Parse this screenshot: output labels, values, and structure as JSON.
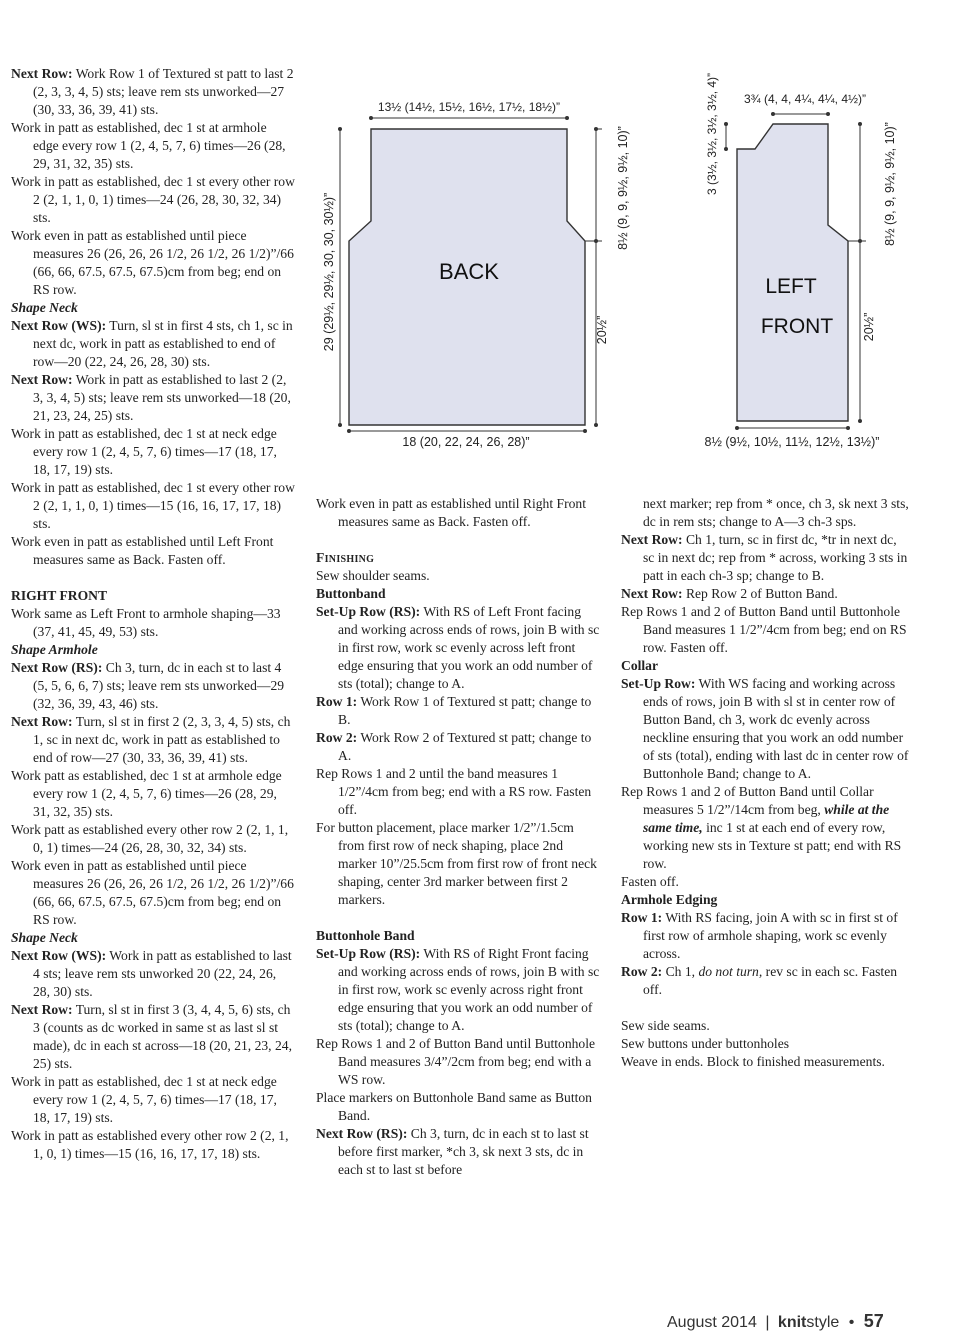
{
  "col1": [
    {
      "label": "Next Row:",
      "text": "Work Row 1 of Textured st patt to last 2 (2, 3, 3, 4, 5) sts; leave rem sts unworked—27 (30, 33, 36, 39, 41) sts."
    },
    {
      "label": "",
      "text": "Work in patt as established, dec 1 st at armhole edge every row 1 (2, 4, 5, 7, 6) times—26 (28, 29, 31, 32, 35) sts."
    },
    {
      "label": "",
      "text": "Work in patt as established, dec 1 st every other row 2 (2, 1, 1, 0, 1) times—24 (26, 28, 30, 32, 34) sts."
    },
    {
      "label": "",
      "text": "Work even in patt as established until piece measures 26 (26, 26, 26 1/2, 26 1/2, 26 1/2)”/66 (66, 66, 67.5, 67.5, 67.5)cm from beg; end on RS row."
    },
    {
      "heading": "Shape Neck"
    },
    {
      "label": "Next Row (WS):",
      "text": "Turn, sl st in first 4 sts, ch 1, sc in next dc, work in patt as established to end of row—20 (22, 24, 26, 28, 30) sts."
    },
    {
      "label": "Next Row:",
      "text": "Work in patt as established to last 2 (2, 3, 3, 4, 5) sts; leave rem sts unworked—18 (20, 21, 23, 24, 25) sts."
    },
    {
      "label": "",
      "text": "Work in patt as established, dec 1 st at neck edge every row 1 (2, 4, 5, 7, 6) times—17 (18, 17, 18, 17, 19) sts."
    },
    {
      "label": "",
      "text": "Work in patt as established, dec 1 st every other row 2 (2, 1, 1, 0, 1) times—15 (16, 16, 17, 17, 18) sts."
    },
    {
      "label": "",
      "text": "Work even in patt as established until Left Front measures same as Back. Fasten off."
    },
    {
      "gap": true
    },
    {
      "section": "RIGHT FRONT"
    },
    {
      "label": "",
      "text": "Work same as Left Front to armhole shaping—33 (37, 41, 45, 49, 53) sts."
    },
    {
      "heading": "Shape Armhole"
    },
    {
      "label": "Next Row (RS):",
      "text": "Ch 3, turn, dc in each st to last 4 (5, 5, 6, 6, 7) sts; leave rem sts unworked—29 (32, 36, 39, 43, 46) sts."
    },
    {
      "label": "Next Row:",
      "text": "Turn, sl st in first 2 (2, 3, 3, 4, 5) sts, ch 1, sc in next dc, work in patt as established to end of row—27 (30, 33, 36, 39, 41) sts."
    },
    {
      "label": "",
      "text": "Work patt as established, dec 1 st at armhole edge every row 1 (2, 4, 5, 7, 6) times—26 (28, 29, 31, 32, 35) sts."
    },
    {
      "label": "",
      "text": "Work patt as established every other row 2 (2, 1, 1, 0, 1) times—24 (26, 28, 30, 32, 34) sts."
    },
    {
      "label": "",
      "text": "Work even in patt as established until piece measures 26 (26, 26, 26 1/2, 26 1/2, 26 1/2)”/66 (66, 66, 67.5, 67.5, 67.5)cm from beg; end on RS row."
    },
    {
      "heading": "Shape Neck"
    },
    {
      "label": "Next Row (WS):",
      "text": "Work in patt as established to last 4 sts; leave rem sts unworked 20 (22, 24, 26, 28, 30) sts."
    },
    {
      "label": "Next Row:",
      "text": "Turn, sl st in first 3 (3, 4, 4, 5, 6) sts, ch 3 (counts as dc worked in same st as last sl st made), dc in each st across—18 (20, 21, 23, 24, 25) sts."
    },
    {
      "label": "",
      "text": "Work in patt as established, dec 1 st at neck edge every row 1 (2, 4, 5, 7, 6) times—17 (18, 17, 18, 17, 19) sts."
    },
    {
      "label": "",
      "text": "Work in patt as established every other row 2 (2, 1, 1, 0, 1) times—15 (16, 16, 17, 17, 18) sts."
    }
  ],
  "col2": [
    {
      "label": "",
      "text": "Work even in patt as established until Right Front measures same as Back. Fasten off."
    },
    {
      "gap": true
    },
    {
      "section_sc": "Finishing"
    },
    {
      "label": "",
      "text": "Sew shoulder seams."
    },
    {
      "section": "Buttonband"
    },
    {
      "label": "Set-Up Row (RS):",
      "text": "With RS of Left Front facing and working across ends of rows, join B with sc in first row, work sc evenly across left front edge ensuring that you work an odd number of sts (total); change to A."
    },
    {
      "label": "Row 1:",
      "text": "Work Row 1 of Textured st patt; change to B."
    },
    {
      "label": "Row 2:",
      "text": "Work Row 2 of Textured st patt; change to A."
    },
    {
      "label": "",
      "text": "Rep Rows 1 and 2 until the band measures 1 1/2”/4cm from beg; end with a RS row. Fasten off."
    },
    {
      "label": "",
      "text": "For button placement, place marker 1/2”/1.5cm from first row of neck shaping, place 2nd marker 10”/25.5cm from first row of front neck shaping, center 3rd marker between first 2 markers."
    },
    {
      "gap": true
    },
    {
      "section": "Buttonhole Band"
    },
    {
      "label": "Set-Up Row (RS):",
      "text": "With RS of Right Front facing and working across ends of rows, join B with sc in first row, work sc evenly across right front edge ensuring that you work an odd number of sts (total); change to A."
    },
    {
      "label": "",
      "text": "Rep Rows 1 and 2 of Button Band until Buttonhole Band measures 3/4”/2cm from beg; end with a WS row."
    },
    {
      "label": "",
      "text": "Place markers on Buttonhole Band same as Button Band."
    },
    {
      "label": "Next Row (RS):",
      "text": "Ch 3, turn, dc in each st to last st before first marker, *ch 3, sk next 3 sts, dc in each st to last st before"
    }
  ],
  "col3": [
    {
      "cont": true,
      "text": "next marker; rep from * once, ch 3, sk next 3 sts, dc in rem sts; change to A—3 ch-3 sps."
    },
    {
      "label": "Next Row:",
      "text": "Ch 1, turn, sc in first dc, *tr in next dc, sc in next dc; rep from * across, working 3 sts in patt in each ch-3 sp; change to B."
    },
    {
      "label": "Next Row:",
      "text": "Rep Row 2 of Button Band."
    },
    {
      "label": "",
      "text": "Rep Rows 1 and 2 of Button Band until Buttonhole Band measures 1 1/2”/4cm from beg; end on RS row. Fasten off."
    },
    {
      "section": "Collar"
    },
    {
      "label": "Set-Up Row:",
      "text": "With WS facing and working across ends of rows, join B with sl st in center row of Button Band, ch 3, work dc evenly across neckline ensuring that you work an odd number of sts (total), ending with last dc in center row of Buttonhole Band; change to A."
    },
    {
      "label": "",
      "text": "Rep Rows 1 and 2 of Button Band until Collar measures 5 1/2”/14cm from beg,",
      "em": "while at the same time,",
      "text2": "inc 1 st at each end of every row, working new sts in Texture st patt; end with RS row."
    },
    {
      "label": "",
      "text": "Fasten off."
    },
    {
      "section": "Armhole Edging"
    },
    {
      "label": "Row 1:",
      "text": "With RS facing, join A with sc in first st of first row of armhole shaping, work sc evenly across."
    },
    {
      "label": "Row 2:",
      "text": "Ch 1,",
      "it": "do not turn,",
      "text2": "rev sc in each sc. Fasten off."
    },
    {
      "gap": true
    },
    {
      "label": "",
      "text": "Sew side seams."
    },
    {
      "label": "",
      "text": "Sew buttons under buttonholes"
    },
    {
      "label": "",
      "text": "Weave in ends. Block to finished measurements."
    }
  ],
  "schematic": {
    "back": {
      "label": "BACK",
      "top_width": "13½ (14½, 15½, 16½, 17½, 18½)”",
      "bottom_width": "18 (20, 22, 24, 26, 28)”",
      "left_height": "29 (29½, 29½, 30, 30, 30½)”",
      "armhole_depth": "8½ (9, 9, 9½, 9½, 10)”",
      "side_length": "20½”"
    },
    "left_front": {
      "label_line1": "LEFT",
      "label_line2": "FRONT",
      "top_width": "3¾ (4, 4, 4¼, 4¼, 4½)”",
      "neck_depth": "3 (3½, 3½, 3½, 3½, 4)”",
      "armhole_depth": "8½ (9, 9, 9½, 9½, 10)”",
      "side_length": "20½”",
      "bottom_width": "8½ (9½, 10½, 11½, 12½, 13½)”"
    },
    "fill_color": "#dfe1ee",
    "line_color": "#333333"
  },
  "footer": {
    "issue": "August 2014",
    "separator": "|",
    "brand_bold": "knit",
    "brand_rest": "style",
    "bullet": "•",
    "page": "57"
  }
}
